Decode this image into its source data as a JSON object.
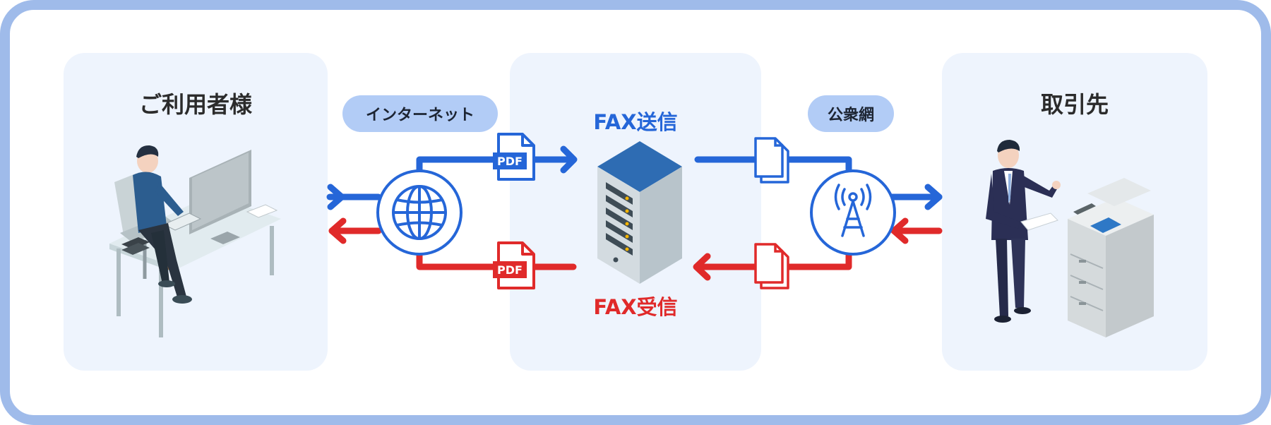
{
  "user_panel": {
    "title": "ご利用者様"
  },
  "partner_panel": {
    "title": "取引先"
  },
  "internet_label": "インターネット",
  "public_network_label": "公衆網",
  "fax_send_label": "FAX送信",
  "fax_receive_label": "FAX受信",
  "pdf_badge": "PDF",
  "colors": {
    "send": "#2566d8",
    "receive": "#e02a2a",
    "frame": "#9fbbea",
    "panel": "#eef4fd",
    "pill": "#b2ccf6"
  },
  "icons": [
    "globe-icon",
    "antenna-tower-icon",
    "pdf-file-icon",
    "document-icon",
    "server-icon",
    "person-at-desk-illustration",
    "businessman-illustration",
    "multifunction-printer-illustration"
  ]
}
